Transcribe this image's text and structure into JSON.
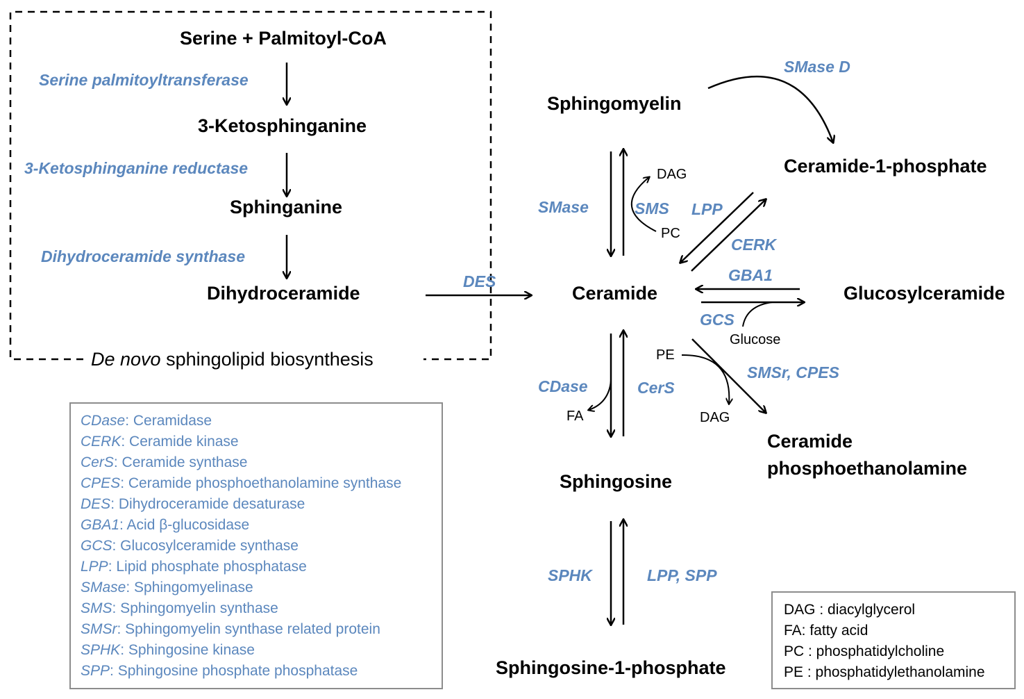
{
  "denovo": {
    "caption_italic": "De novo",
    "caption_rest": " sphingolipid biosynthesis",
    "compounds": {
      "serine_palmitoyl": "Serine + Palmitoyl-CoA",
      "ketosphinganine": "3-Ketosphinganine",
      "sphinganine": "Sphinganine",
      "dihydroceramide": "Dihydroceramide"
    },
    "enzymes": {
      "spt": "Serine palmitoyltransferase",
      "ksr": "3-Ketosphinganine reductase",
      "cers_dh": "Dihydroceramide synthase"
    }
  },
  "compounds": {
    "sphingomyelin": "Sphingomyelin",
    "c1p": "Ceramide-1-phosphate",
    "ceramide": "Ceramide",
    "glucosylceramide": "Glucosylceramide",
    "cpe_line1": "Ceramide",
    "cpe_line2": "phosphoethanolamine",
    "sphingosine": "Sphingosine",
    "s1p": "Sphingosine-1-phosphate"
  },
  "enzymes": {
    "des": "DES",
    "smase_d": "SMase D",
    "smase": "SMase",
    "sms": "SMS",
    "lpp": "LPP",
    "cerk": "CERK",
    "gba1": "GBA1",
    "gcs": "GCS",
    "smsr_cpes": "SMSr,  CPES",
    "cdase": "CDase",
    "cers": "CerS",
    "sphk": "SPHK",
    "lpp_spp": "LPP, SPP"
  },
  "cofactors": {
    "dag_top": "DAG",
    "pc": "PC",
    "glucose": "Glucose",
    "pe": "PE",
    "dag_bottom": "DAG",
    "fa": "FA"
  },
  "enzyme_legend": [
    {
      "abbr": "CDase",
      "def": ": Ceramidase"
    },
    {
      "abbr": "CERK",
      "def": ": Ceramide kinase"
    },
    {
      "abbr": "CerS",
      "def": ": Ceramide synthase"
    },
    {
      "abbr": "CPES",
      "def": ": Ceramide phosphoethanolamine synthase"
    },
    {
      "abbr": "DES",
      "def": ": Dihydroceramide desaturase"
    },
    {
      "abbr": "GBA1",
      "def": ": Acid β-glucosidase"
    },
    {
      "abbr": "GCS",
      "def": ": Glucosylceramide synthase"
    },
    {
      "abbr": "LPP",
      "def": ": Lipid phosphate phosphatase"
    },
    {
      "abbr": "SMase",
      "def": ": Sphingomyelinase"
    },
    {
      "abbr": "SMS",
      "def": ": Sphingomyelin synthase"
    },
    {
      "abbr": "SMSr",
      "def": ": Sphingomyelin synthase related protein"
    },
    {
      "abbr": "SPHK",
      "def": ": Sphingosine kinase"
    },
    {
      "abbr": "SPP",
      "def": ": Sphingosine phosphate phosphatase"
    }
  ],
  "abbrev_legend": [
    "DAG : diacylglycerol",
    "FA: fatty acid",
    "PC :  phosphatidylcholine",
    "PE : phosphatidylethanolamine"
  ],
  "colors": {
    "enzyme": "#5b87bd",
    "compound": "#000000",
    "legend_border": "#8c8c8c"
  }
}
